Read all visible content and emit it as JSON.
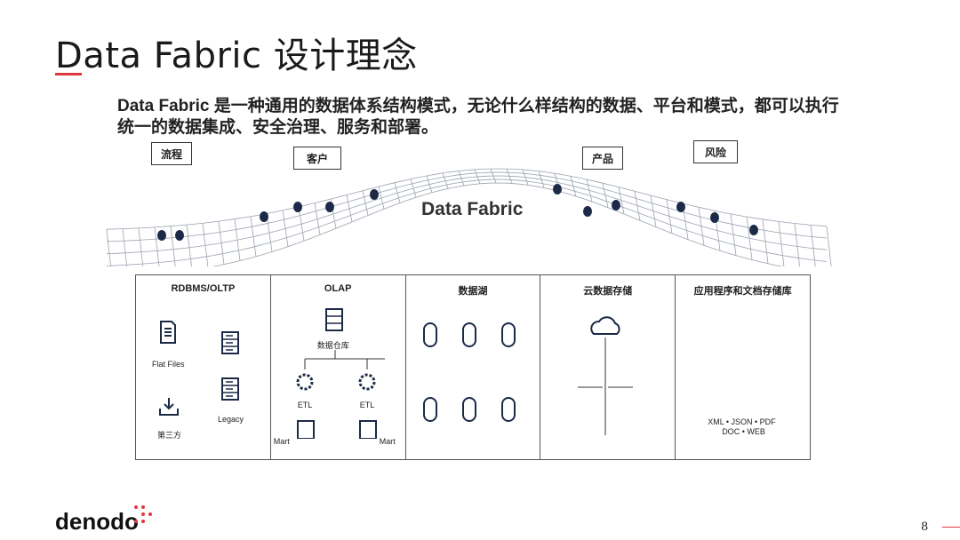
{
  "slide": {
    "title": "Data Fabric 设计理念",
    "subtitle": "Data Fabric 是一种通用的数据体系结构模式，无论什么样结构的数据、平台和模式，都可以执行统一的数据集成、安全治理、服务和部署。",
    "fabric_label": "Data Fabric",
    "page_number": "8",
    "logo": "denodo"
  },
  "tags": [
    "流程",
    "客户",
    "产品",
    "风险"
  ],
  "columns": [
    {
      "head": "RDBMS/OLTP",
      "labels": {
        "flat": "Flat Files",
        "third": "第三方",
        "legacy": "Legacy"
      }
    },
    {
      "head": "OLAP",
      "labels": {
        "dw": "数据仓库",
        "etl": "ETL",
        "mart": "Mart"
      }
    },
    {
      "head": "数据湖"
    },
    {
      "head": "云数据存储"
    },
    {
      "head": "应用程序和文档存储库",
      "labels": {
        "formats1": "XML • JSON • PDF",
        "formats2": "DOC • WEB"
      }
    }
  ],
  "colors": {
    "accent": "#e0383e",
    "node": "#1c2a48",
    "mesh": "#9aa3b0"
  }
}
